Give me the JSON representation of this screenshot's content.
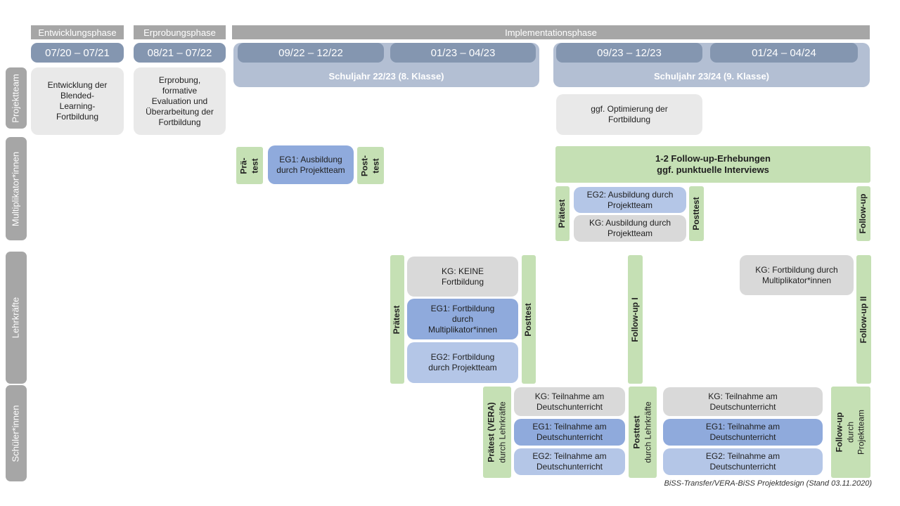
{
  "colors": {
    "phase_header_gray": "#a6a6a6",
    "date_pill_blue": "#8496b0",
    "schuljahr_bar_blue": "#b3bfd3",
    "row_label_gray": "#a6a6a6",
    "box_light_gray": "#e9e9e9",
    "box_gray": "#d9d9d9",
    "box_blue_dark": "#8faadc",
    "box_blue_light": "#b4c6e7",
    "box_green": "#c5e0b4"
  },
  "phases": [
    {
      "label": "Entwicklungsphase"
    },
    {
      "label": "Erprobungsphase"
    },
    {
      "label": "Implementationsphase"
    }
  ],
  "dates": [
    "07/20 – 07/21",
    "08/21 – 07/22",
    "09/22 – 12/22",
    "01/23 – 04/23",
    "09/23 – 12/23",
    "01/24 – 04/24"
  ],
  "schuljahre": [
    "Schuljahr 22/23 (8. Klasse)",
    "Schuljahr 23/24 (9. Klasse)"
  ],
  "row_labels": [
    "Projektteam",
    "Multiplikator*innen",
    "Lehrkräfte",
    "Schüler*innen"
  ],
  "projektteam": {
    "entwicklung": "Entwicklung der Blended-Learning-Fortbildung",
    "erprobung": "Erprobung, formative Evaluation und Überarbeitung der Fortbildung",
    "optimierung": "ggf. Optimierung der Fortbildung"
  },
  "multiplikator": {
    "praetest_line1": "Prä-",
    "praetest_line2": "test",
    "eg1": "EG1: Ausbildung durch Projektteam",
    "posttest_line1": "Post-",
    "posttest_line2": "test",
    "followup_box_line1": "1-2 Follow-up-Erhebungen",
    "followup_box_line2": "ggf. punktuelle Interviews",
    "praetest2": "Prätest",
    "eg2": "EG2: Ausbildung durch Projektteam",
    "kg": "KG: Ausbildung durch Projektteam",
    "posttest2": "Posttest",
    "followup": "Follow-up"
  },
  "lehrkraefte": {
    "praetest": "Prätest",
    "kg": "KG: KEINE Fortbildung",
    "eg1": "EG1: Fortbildung durch Multiplikator*innen",
    "eg2": "EG2: Fortbildung durch Projektteam",
    "posttest": "Posttest",
    "followup1": "Follow-up I",
    "kg2": "KG: Fortbildung durch Multiplikator*innen",
    "followup2": "Follow-up II"
  },
  "schueler": {
    "praetest_bold": "Prätest (VERA)",
    "praetest_sub": "durch Lehrkräfte",
    "kg": "KG: Teilnahme am Deutschunterricht",
    "eg1": "EG1: Teilnahme am Deutschunterricht",
    "eg2": "EG2: Teilnahme am Deutschunterricht",
    "posttest_bold": "Posttest",
    "posttest_sub": "durch Lehrkräfte",
    "kg2": "KG: Teilnahme am Deutschunterricht",
    "eg1_2": "EG1: Teilnahme am Deutschunterricht",
    "eg2_2": "EG2: Teilnahme am Deutschunterricht",
    "followup_bold": "Follow-up",
    "followup_sub1": "durch",
    "followup_sub2": "Projektteam"
  },
  "caption": "BiSS-Transfer/VERA-BiSS Projektdesign (Stand 03.11.2020)"
}
